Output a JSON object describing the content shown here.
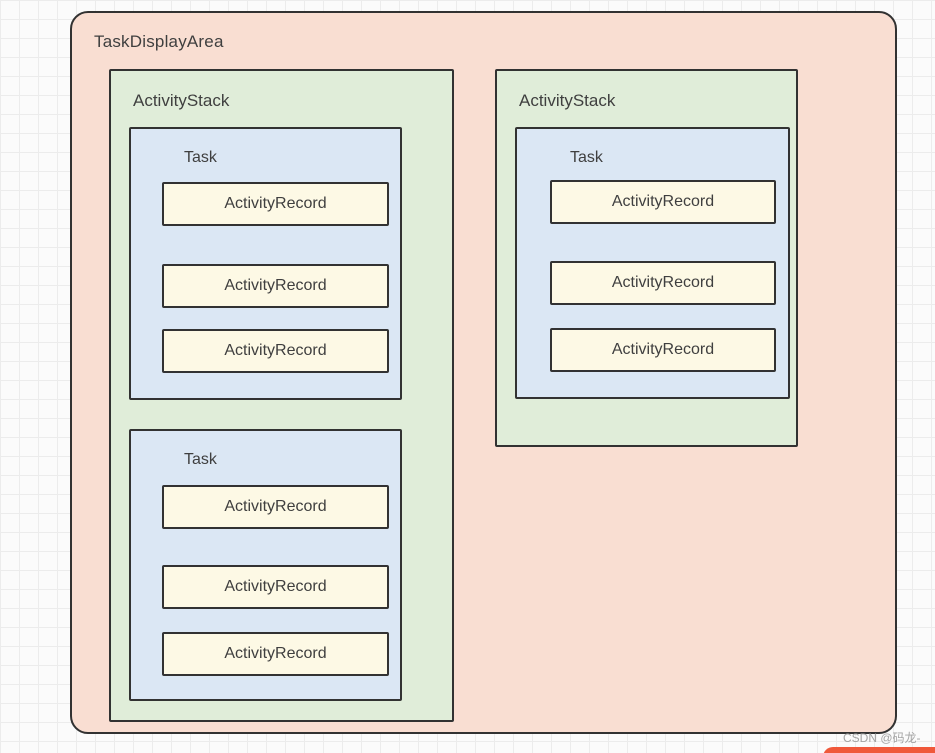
{
  "diagram": {
    "display_area": {
      "label": "TaskDisplayArea"
    },
    "stacks": [
      {
        "label": "ActivityStack",
        "tasks": [
          {
            "label": "Task",
            "records": [
              "ActivityRecord",
              "ActivityRecord",
              "ActivityRecord"
            ]
          },
          {
            "label": "Task",
            "records": [
              "ActivityRecord",
              "ActivityRecord",
              "ActivityRecord"
            ]
          }
        ]
      },
      {
        "label": "ActivityStack",
        "tasks": [
          {
            "label": "Task",
            "records": [
              "ActivityRecord",
              "ActivityRecord",
              "ActivityRecord"
            ]
          }
        ]
      }
    ]
  },
  "watermark": {
    "text": "CSDN @码龙-"
  },
  "colors": {
    "display_area_fill": "#f9ded2",
    "stack_fill": "#e0edd9",
    "task_fill": "#dbe7f4",
    "record_fill": "#fdf9e5",
    "border": "#323232",
    "grid_line": "#ececec",
    "watermark_text": "#a3a3a3",
    "red_banner": "#f0583a"
  }
}
